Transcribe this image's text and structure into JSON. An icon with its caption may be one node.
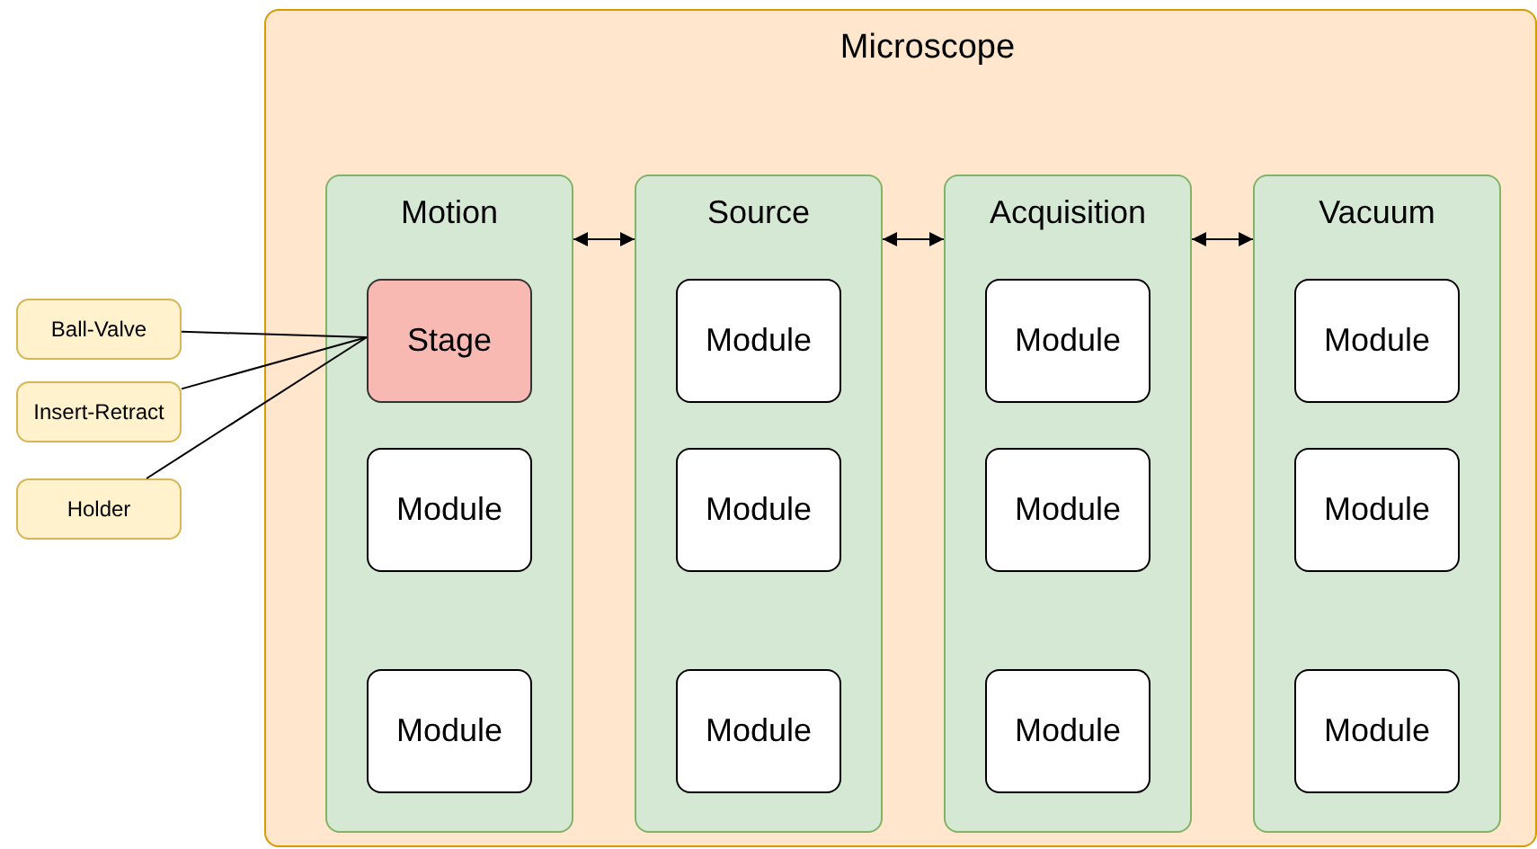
{
  "diagram": {
    "nodes": [
      {
        "text": [
          "Microscope"
        ]
      },
      {
        "text": [
          "Motion"
        ],
        "in": 0
      },
      {
        "text": [
          "Stage"
        ],
        "in": 1
      },
      {
        "text": [
          "Module"
        ],
        "in": 1
      },
      {
        "text": [
          "Module"
        ],
        "in": 1
      },
      {
        "text": [
          "Source"
        ],
        "in": 0
      },
      {
        "text": [
          "Module"
        ],
        "in": 5
      },
      {
        "text": [
          "Module"
        ],
        "in": 5
      },
      {
        "text": [
          "Module"
        ],
        "in": 5
      },
      {
        "text": [
          "Acquisition"
        ],
        "in": 0
      },
      {
        "text": [
          "Module"
        ],
        "in": 9
      },
      {
        "text": [
          "Module"
        ],
        "in": 9
      },
      {
        "text": [
          "Module"
        ],
        "in": 9
      },
      {
        "text": [
          "Vacuum"
        ],
        "in": 0
      },
      {
        "text": [
          "Module"
        ],
        "in": 13
      },
      {
        "text": [
          "Module"
        ],
        "in": 13
      },
      {
        "text": [
          "Module"
        ],
        "in": 13
      },
      {
        "text": [
          "Ball-Valve"
        ]
      },
      {
        "text": [
          "Insert-Retract"
        ]
      },
      {
        "text": [
          "Holder"
        ]
      }
    ],
    "edges": [
      {
        "from": 1,
        "to": 5,
        "arrow": "both"
      },
      {
        "from": 5,
        "to": 9,
        "arrow": "both"
      },
      {
        "from": 9,
        "to": 13,
        "arrow": "both"
      },
      {
        "from": 17,
        "to": 2,
        "arrow": "none"
      },
      {
        "from": 18,
        "to": 2,
        "arrow": "none"
      },
      {
        "from": 19,
        "to": 2,
        "arrow": "none"
      }
    ]
  }
}
